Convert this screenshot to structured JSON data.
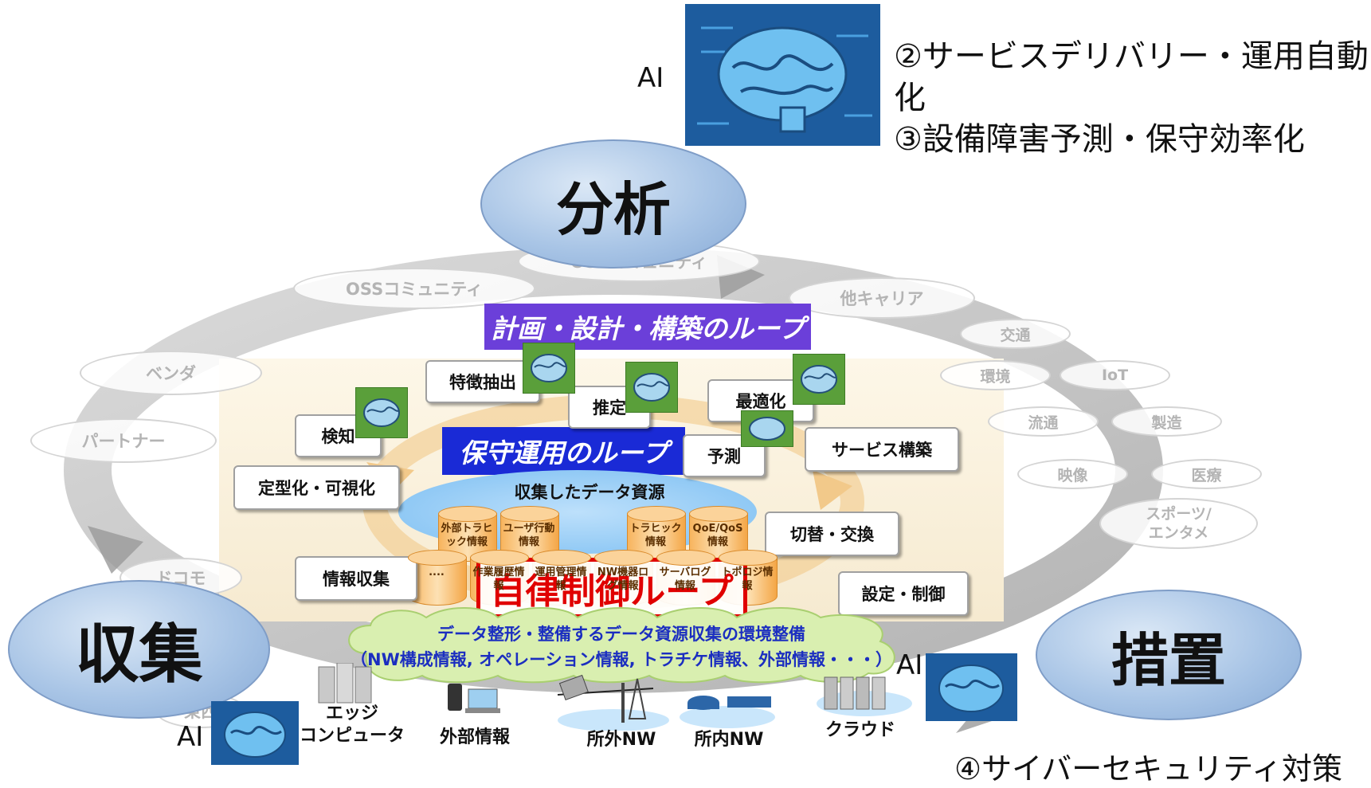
{
  "ai_top": {
    "label": "AI",
    "goals": [
      "②サービスデリバリー・運用自動化",
      "③設備障害予測・保守効率化"
    ]
  },
  "main_ovals": {
    "analysis": "分析",
    "collection": "収集",
    "action": "措置"
  },
  "partners": {
    "oss_top": "OSSコミュニティ",
    "oss_left": "OSSコミュニティ",
    "other_carrier": "他キャリア",
    "vendor": "ベンダ",
    "partner": "パートナー",
    "docomo": "ドコモ",
    "east_west": "東西"
  },
  "industries": [
    "交通",
    "環境",
    "IoT",
    "流通",
    "製造",
    "映像",
    "医療",
    "スポーツ/\nエンタメ"
  ],
  "loops": {
    "planning": "計画・設計・構築のループ",
    "maintenance": "保守運用のループ",
    "autonomous": "自律制御ループ"
  },
  "steps": {
    "feature_extraction": "特徴抽出",
    "estimation": "推定",
    "optimization": "最適化",
    "detection": "検知",
    "prediction": "予測",
    "service_build": "サービス構築",
    "standardize": "定型化・可視化",
    "switching": "切替・交換",
    "info_collection": "情報収集",
    "config_control": "設定・制御"
  },
  "data_resources": {
    "title": "収集したデータ資源",
    "cans_top": [
      "外部トラヒック情報",
      "ユーザ行動情報",
      "トラヒック情報",
      "QoE/QoS情報"
    ],
    "cans_bottom": [
      "....",
      "作業履歴情報",
      "運用管理情報",
      "NW機器ログ情報",
      "サーバログ情報",
      "トポロジ情報"
    ]
  },
  "cloud_text": {
    "line1": "データ整形・整備するデータ資源収集の環境整備",
    "line2": "（NW構成情報, オペレーション情報, トラチケ情報、外部情報・・・）"
  },
  "icons": {
    "edge": "エッジ\nコンピュータ",
    "external": "外部情報",
    "outside_nw": "所外NW",
    "inside_nw": "所内NW",
    "cloud": "クラウド"
  },
  "ai_left": {
    "label": "AI"
  },
  "ai_right": {
    "label": "AI",
    "goal": "④サイバーセキュリティ対策"
  },
  "colors": {
    "oval_fill": "#a9c5e6",
    "banner_purple": "#6b3fd9",
    "banner_blue": "#1a2ad6",
    "autonomous_red": "#e00000",
    "cloud_green": "#d9efb0"
  }
}
